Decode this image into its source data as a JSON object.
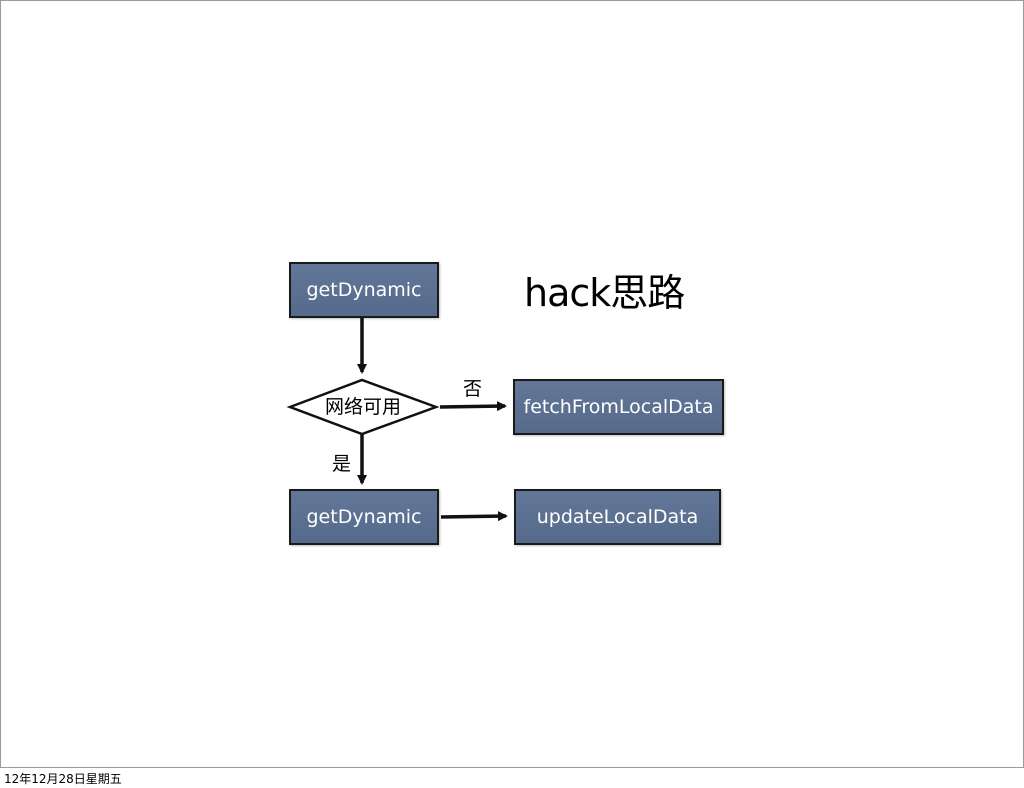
{
  "diagram": {
    "title": "hack思路",
    "nodes": {
      "get_dynamic_top": "getDynamic",
      "decision": "网络可用",
      "fetch_local": "fetchFromLocalData",
      "get_dynamic_bottom": "getDynamic",
      "update_local": "updateLocalData"
    },
    "edges": {
      "no_label": "否",
      "yes_label": "是"
    },
    "colors": {
      "box_fill": "#5a7093",
      "box_border": "#1a1a1a",
      "box_text": "#ffffff"
    }
  },
  "footer": {
    "timestamp": "12年12月28日星期五"
  }
}
